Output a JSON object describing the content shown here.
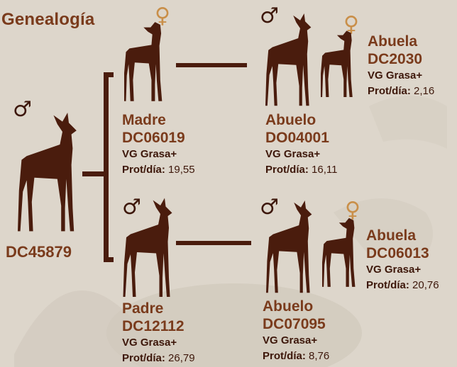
{
  "title": "Genealogía",
  "symbols": {
    "male": "♂",
    "female": "♀"
  },
  "colors": {
    "figure": "#4a1c0d",
    "accent": "#7a3b1c",
    "female_symbol": "#c98f49",
    "background": "#ddd6cb"
  },
  "subject": {
    "id": "DC45879",
    "sex_symbol": "♂"
  },
  "madre": {
    "role": "Madre",
    "id": "DC06019",
    "vg": "VG Grasa+",
    "prot_label": "Prot/día:",
    "prot_value": "19,55",
    "sex_symbol": "♀"
  },
  "padre": {
    "role": "Padre",
    "id": "DC12112",
    "vg": "VG Grasa+",
    "prot_label": "Prot/día:",
    "prot_value": "26,79",
    "sex_symbol": "♂"
  },
  "abuelo_materno": {
    "role": "Abuelo",
    "id": "DO04001",
    "vg": "VG Grasa+",
    "prot_label": "Prot/día:",
    "prot_value": "16,11",
    "sex_symbol": "♂"
  },
  "abuela_materna": {
    "role": "Abuela",
    "id": "DC2030",
    "vg": "VG Grasa+",
    "prot_label": "Prot/día:",
    "prot_value": "2,16",
    "sex_symbol": "♀"
  },
  "abuelo_paterno": {
    "role": "Abuelo",
    "id": "DC07095",
    "vg": "VG Grasa+",
    "prot_label": "Prot/día:",
    "prot_value": "8,76",
    "sex_symbol": "♂"
  },
  "abuela_paterna": {
    "role": "Abuela",
    "id": "DC06013",
    "vg": "VG Grasa+",
    "prot_label": "Prot/día:",
    "prot_value": "20,76",
    "sex_symbol": "♀"
  }
}
